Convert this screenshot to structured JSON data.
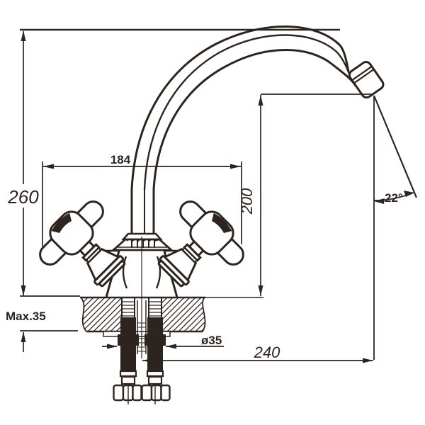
{
  "colors": {
    "ink": "#2d241f",
    "background": "#ffffff"
  },
  "labels": {
    "overall_height": "260",
    "handle_span": "184",
    "outlet_height": "200",
    "spout_reach": "240",
    "outlet_angle": "22°",
    "max_mounting_thickness": "Max.35",
    "mounting_hole_diameter": "ø35"
  }
}
